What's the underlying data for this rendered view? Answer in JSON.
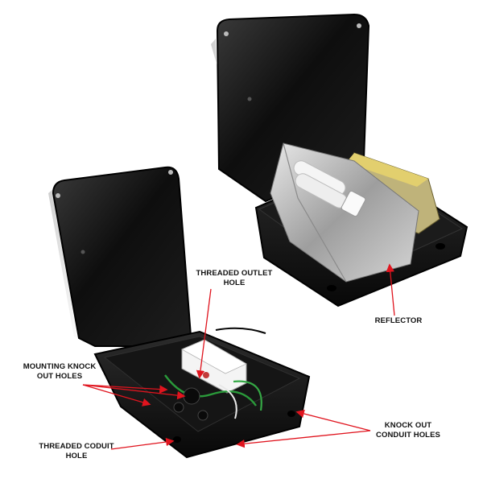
{
  "callouts": {
    "threaded_outlet_hole": "THREADED OUTLET\nHOLE",
    "reflector": "REFLECTOR",
    "mounting_knock_out_holes": "MOUNTING KNOCK\nOUT HOLES",
    "knock_out_conduit_holes": "KNOCK OUT\nCONDUIT HOLES",
    "threaded_coduit_hole": "THREADED CODUIT\nHOLE"
  },
  "colors": {
    "arrow": "#e0141e",
    "housing": "#1a1a1a",
    "reflector": "#c9c9c9",
    "ballast": "#d9c46a"
  }
}
